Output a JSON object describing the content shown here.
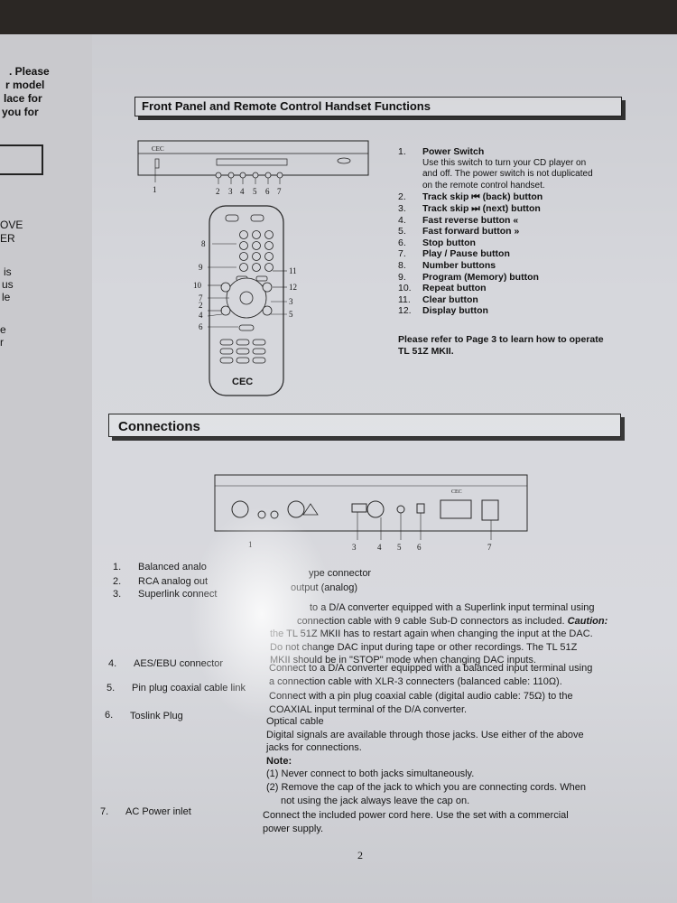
{
  "left_page": {
    "lines": [
      ". Please",
      "r model",
      "lace for",
      "you for",
      "OVE",
      "ER",
      "is",
      "us",
      "le",
      "e",
      "r"
    ]
  },
  "section1": {
    "title": "Front Panel and Remote Control Handset Functions",
    "panel_brand": "CEC",
    "front_callouts": [
      "1",
      "2",
      "3",
      "4",
      "5",
      "6",
      "7"
    ],
    "remote_callouts_left": [
      "8",
      "9",
      "10",
      "7",
      "2",
      "4",
      "6"
    ],
    "remote_callouts_right": [
      "11",
      "12",
      "3",
      "5"
    ],
    "remote_brand": "CEC",
    "functions": [
      {
        "num": "1.",
        "label": "Power Switch",
        "desc": [
          "Use this switch to turn your CD player on",
          "and off. The power switch is not duplicated",
          "on the remote control handset."
        ]
      },
      {
        "num": "2.",
        "label": "Track skip ⏮ (back) button"
      },
      {
        "num": "3.",
        "label": "Track skip ⏭ (next) button"
      },
      {
        "num": "4.",
        "label": "Fast reverse button «"
      },
      {
        "num": "5.",
        "label": "Fast forward button »"
      },
      {
        "num": "6.",
        "label": "Stop button"
      },
      {
        "num": "7.",
        "label": "Play / Pause button"
      },
      {
        "num": "8.",
        "label": "Number buttons"
      },
      {
        "num": "9.",
        "label": "Program (Memory) button"
      },
      {
        "num": "10.",
        "label": "Repeat button"
      },
      {
        "num": "11.",
        "label": "Clear button"
      },
      {
        "num": "12.",
        "label": "Display button"
      }
    ],
    "note": [
      "Please refer to Page 3 to learn how to operate",
      "TL 51Z MKII."
    ]
  },
  "section2": {
    "title": "Connections",
    "rear_brand": "CEC",
    "rear_callouts": [
      "1",
      "3",
      "4",
      "5",
      "6",
      "7"
    ],
    "items": [
      {
        "num": "1.",
        "name": "Balanced analo",
        "desc": [
          "ype connector"
        ]
      },
      {
        "num": "2.",
        "name": "RCA analog out",
        "desc": [
          "output (analog)"
        ]
      },
      {
        "num": "3.",
        "name": "Superlink connect",
        "desc": [
          "to a D/A converter equipped with a Superlink input terminal using",
          "connection cable with 9 cable Sub-D connectors as included.",
          "Caution:",
          "the TL 51Z MKII has to restart again when changing the input at the DAC.",
          "Do not change DAC input during tape or other recordings. The TL 51Z",
          "MKII should be in \"STOP\" mode when changing DAC inputs."
        ]
      },
      {
        "num": "4.",
        "name": "AES/EBU connector",
        "desc": [
          "Connect to a D/A converter equipped with a balanced input terminal using",
          "a connection cable with XLR-3 connecters (balanced cable: 110Ω)."
        ]
      },
      {
        "num": "5.",
        "name": "Pin plug coaxial cable link",
        "desc": [
          "Connect with a pin plug coaxial cable (digital audio cable: 75Ω) to the",
          "COAXIAL input terminal of the D/A converter."
        ]
      },
      {
        "num": "6.",
        "name": "Toslink Plug",
        "desc": [
          "Optical cable",
          "Digital signals are available through those jacks. Use either of the above",
          "jacks for connections.",
          "Note:",
          "(1) Never connect to both jacks simultaneously.",
          "(2) Remove the cap of the jack to which you are connecting cords. When",
          "not using the jack always leave the cap on."
        ]
      },
      {
        "num": "7.",
        "name": "AC Power inlet",
        "desc": [
          "Connect the included power cord here. Use the set with a commercial",
          "power supply."
        ]
      }
    ]
  },
  "page_number": "2"
}
